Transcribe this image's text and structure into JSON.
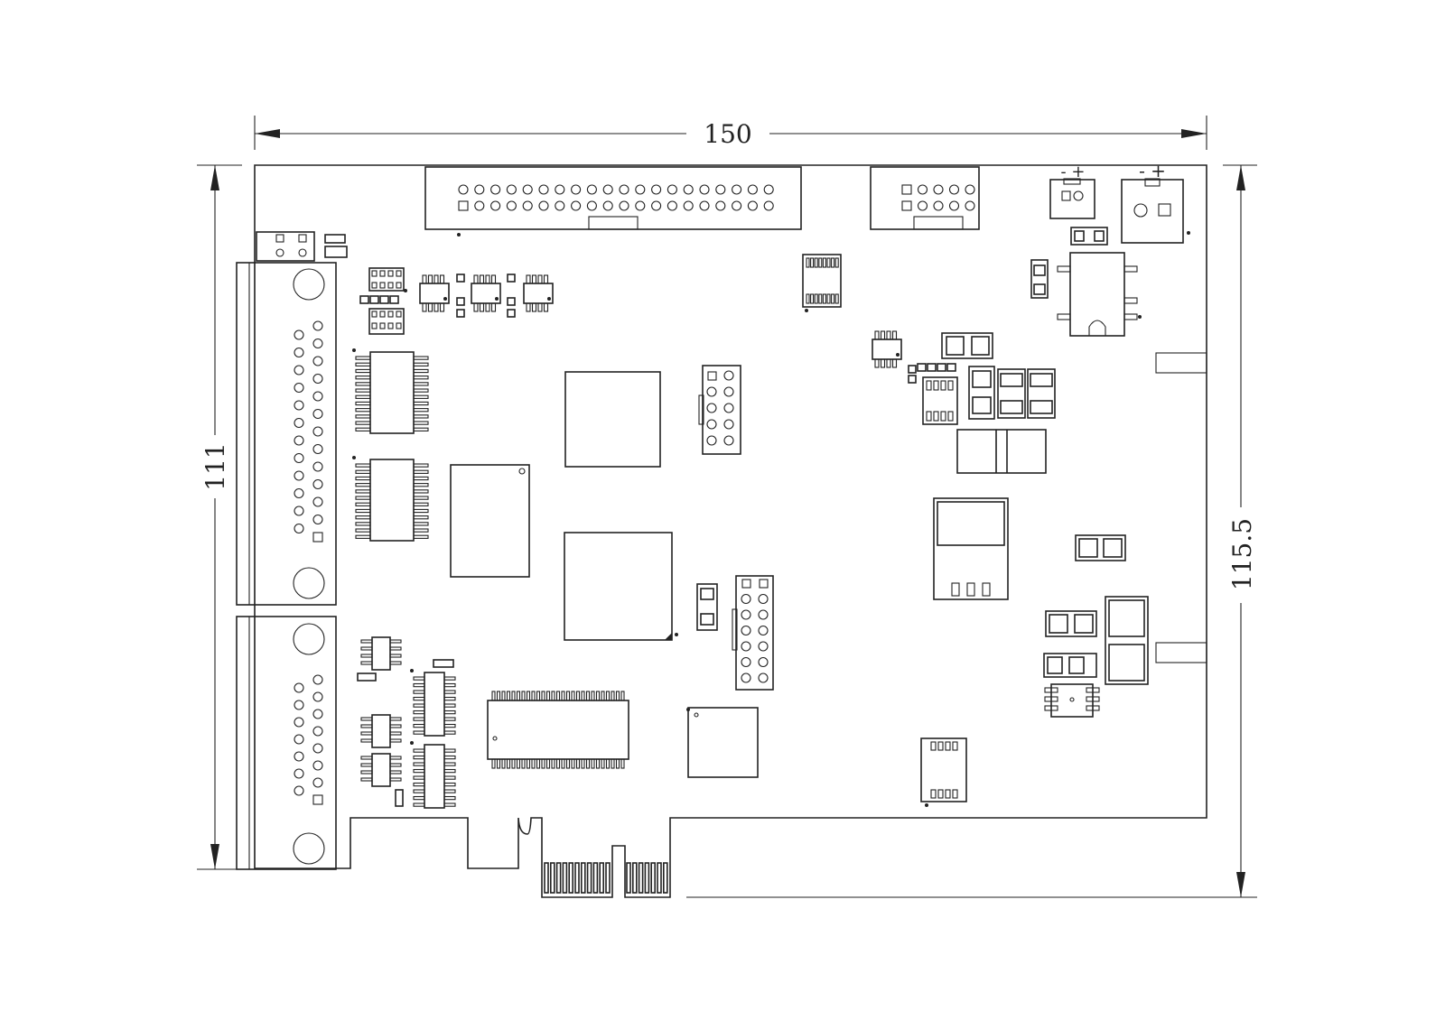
{
  "drawing": {
    "dimensions": {
      "width": "150",
      "height_left": "111",
      "height_right": "115.5"
    },
    "power_terminal_1": {
      "polarity": "- +"
    },
    "power_terminal_2": {
      "polarity": "- +"
    },
    "color_line": "#222222",
    "color_background": "#ffffff"
  }
}
